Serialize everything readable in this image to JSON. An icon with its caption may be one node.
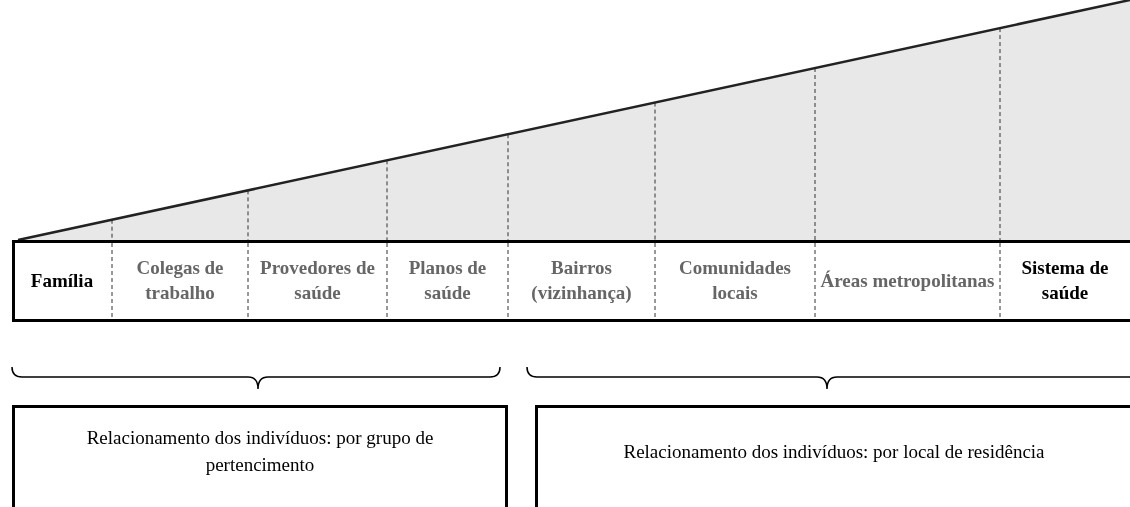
{
  "diagram": {
    "nodes": [
      {
        "text": [
          "Família"
        ]
      },
      {
        "text": [
          "Colegas de trabalho"
        ]
      },
      {
        "text": [
          "Provedores de saúde"
        ]
      },
      {
        "text": [
          "Planos de saúde"
        ]
      },
      {
        "text": [
          "Bairros (vizinhança)"
        ]
      },
      {
        "text": [
          "Comunidades locais"
        ]
      },
      {
        "text": [
          "Áreas metropolitanas"
        ]
      },
      {
        "text": [
          "Sistema de saúde"
        ]
      },
      {
        "text": [
          "Relacionamento dos indivíduos: por grupo de pertencimento"
        ]
      },
      {
        "text": [
          "Relacionamento dos indivíduos: por local de residência"
        ]
      }
    ],
    "edges": []
  }
}
